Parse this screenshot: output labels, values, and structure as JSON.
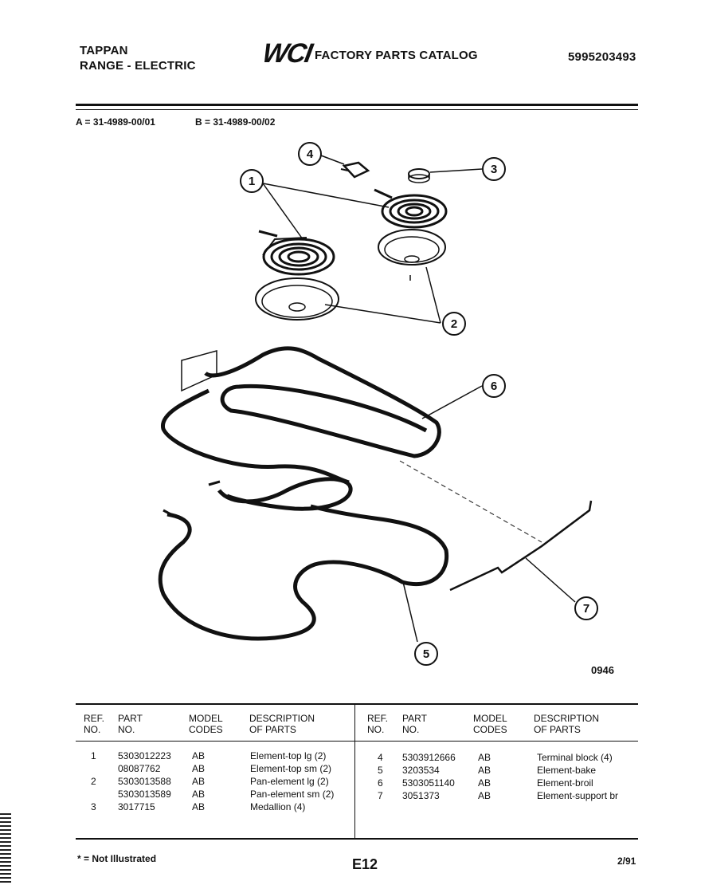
{
  "header": {
    "brand": "TAPPAN",
    "product": "RANGE - ELECTRIC",
    "logo": "WCI",
    "catalog_title": "FACTORY PARTS CATALOG",
    "catalog_number": "5995203493"
  },
  "models": {
    "a": "A = 31-4989-00/01",
    "b": "B = 31-4989-00/02"
  },
  "diagram": {
    "code": "0946",
    "callouts": [
      "1",
      "2",
      "3",
      "4",
      "5",
      "6",
      "7"
    ]
  },
  "table": {
    "headers": {
      "ref": [
        "REF.",
        "NO."
      ],
      "part": [
        "PART",
        "NO."
      ],
      "model": [
        "MODEL",
        "CODES"
      ],
      "desc": [
        "DESCRIPTION",
        "OF PARTS"
      ]
    },
    "left_rows": [
      {
        "ref": "1",
        "part": "5303012223",
        "model": "AB",
        "desc": "Element-top lg (2)"
      },
      {
        "ref": "",
        "part": "08087762",
        "model": "AB",
        "desc": "Element-top sm (2)"
      },
      {
        "ref": "2",
        "part": "5303013588",
        "model": "AB",
        "desc": "Pan-element lg (2)"
      },
      {
        "ref": "",
        "part": "5303013589",
        "model": "AB",
        "desc": "Pan-element sm (2)"
      },
      {
        "ref": "3",
        "part": "3017715",
        "model": "AB",
        "desc": "Medallion (4)"
      }
    ],
    "right_rows": [
      {
        "ref": "4",
        "part": "5303912666",
        "model": "AB",
        "desc": "Terminal block (4)"
      },
      {
        "ref": "5",
        "part": "3203534",
        "model": "AB",
        "desc": "Element-bake"
      },
      {
        "ref": "6",
        "part": "5303051140",
        "model": "AB",
        "desc": "Element-broil"
      },
      {
        "ref": "7",
        "part": "3051373",
        "model": "AB",
        "desc": "Element-support br"
      }
    ]
  },
  "footer": {
    "note": "* = Not Illustrated",
    "page": "E12",
    "date": "2/91"
  }
}
